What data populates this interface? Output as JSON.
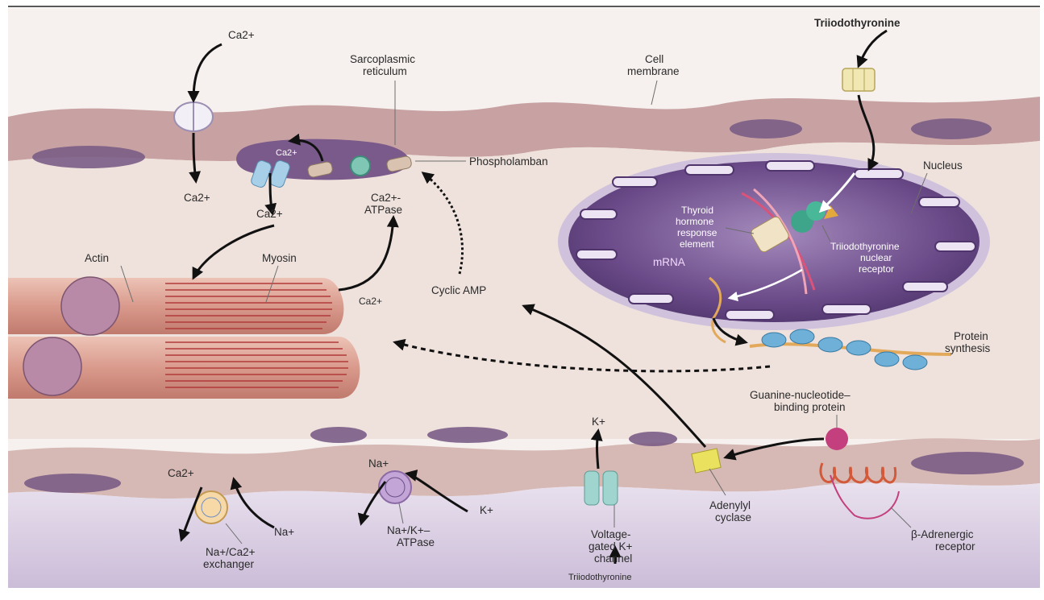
{
  "labels": {
    "ca_top": "Ca2+",
    "sarcoplasmic_reticulum_1": "Sarcoplasmic",
    "sarcoplasmic_reticulum_2": "reticulum",
    "cell_membrane_1": "Cell",
    "cell_membrane_2": "membrane",
    "triiodothyronine_top": "Triiodothyronine",
    "ca_sr": "Ca2+",
    "phospholamban": "Phospholamban",
    "nucleus": "Nucleus",
    "ca_left": "Ca2+",
    "ca_mid": "Ca2+",
    "ca_atpase_1": "Ca2+-",
    "ca_atpase_2": "ATPase",
    "thre_1": "Thyroid",
    "thre_2": "hormone",
    "thre_3": "response",
    "thre_4": "element",
    "t3_receptor_1": "Triiodothyronine",
    "t3_receptor_2": "nuclear",
    "t3_receptor_3": "receptor",
    "mrna": "mRNA",
    "actin": "Actin",
    "myosin": "Myosin",
    "cyclic_amp": "Cyclic AMP",
    "ca_fiber": "Ca2+",
    "protein_synthesis_1": "Protein",
    "protein_synthesis_2": "synthesis",
    "g_protein_1": "Guanine-nucleotide–",
    "g_protein_2": "binding protein",
    "k_top": "K+",
    "ca_exchanger": "Ca2+",
    "na_atpase_top": "Na+",
    "k_atpase": "K+",
    "na_exchanger": "Na+",
    "na_ca_exchanger_1": "Na+/Ca2+",
    "na_ca_exchanger_2": "exchanger",
    "na_k_atpase_1": "Na+/K+–",
    "na_k_atpase_2": "ATPase",
    "voltage_channel_1": "Voltage-",
    "voltage_channel_2": "gated K+",
    "voltage_channel_3": "channel",
    "adenylyl_cyclase_1": "Adenylyl",
    "adenylyl_cyclase_2": "cyclase",
    "beta_receptor_1": "β-Adrenergic",
    "beta_receptor_2": "receptor",
    "triiodothyronine_bottom": "Triiodothyronine"
  },
  "colors": {
    "membrane": "#c9a6a6",
    "cytoplasm": "#efe4df",
    "nucleus": "#6e4e8c",
    "sr_lumen": "#7a5a8a",
    "myofibril": "#d9a59a",
    "extracellular_bottom": "#dcd2e6"
  }
}
